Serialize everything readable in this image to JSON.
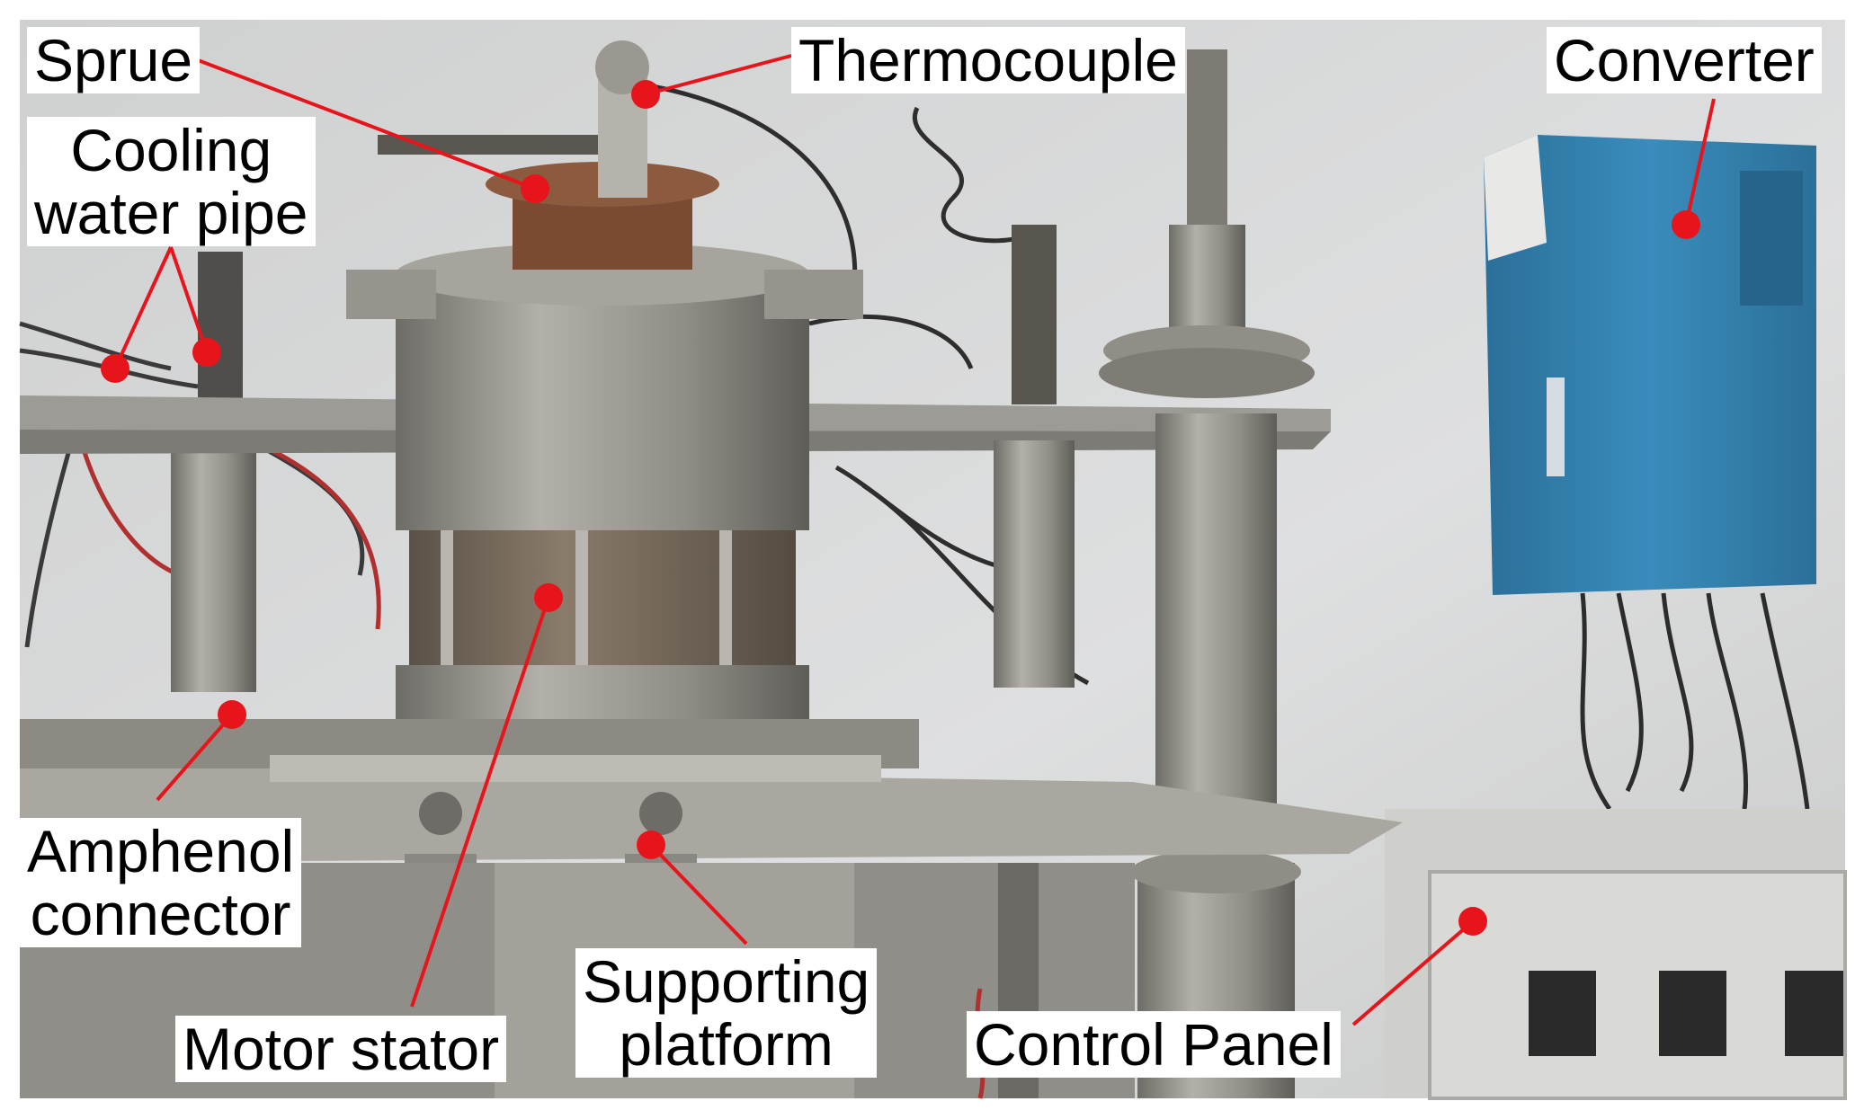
{
  "photo": {
    "labels": {
      "sprue": "Sprue",
      "thermocouple": "Thermocouple",
      "converter": "Converter",
      "cooling_water_pipe_line1": "Cooling",
      "cooling_water_pipe_line2": "water pipe",
      "amphenol_line1": "Amphenol",
      "amphenol_line2": "connector",
      "motor_stator": "Motor stator",
      "supporting_platform_line1": "Supporting",
      "supporting_platform_line2": "platform",
      "control_panel": "Control Panel"
    },
    "colors": {
      "marker": "#e8141c",
      "wall": "#d9d9d9",
      "metal": "#8d8c86",
      "rust": "#7a4a32",
      "converter_blue": "#2f7fae",
      "panel_grey": "#cfcfcb"
    }
  }
}
